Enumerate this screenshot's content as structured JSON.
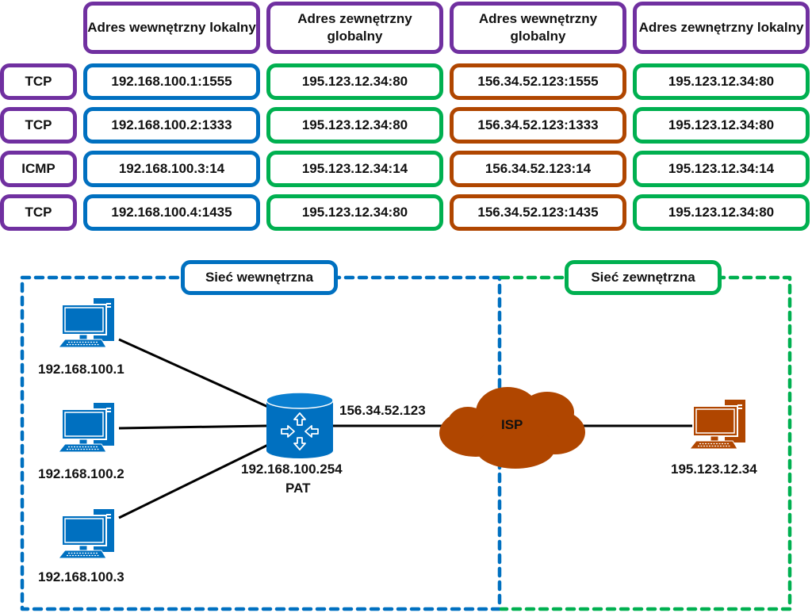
{
  "table": {
    "headers": [
      "Adres wewnętrzny lokalny",
      "Adres zewnętrzny globalny",
      "Adres wewnętrzny globalny",
      "Adres zewnętrzny lokalny"
    ],
    "rows": [
      {
        "protocol": "TCP",
        "cells": [
          "192.168.100.1:1555",
          "195.123.12.34:80",
          "156.34.52.123:1555",
          "195.123.12.34:80"
        ]
      },
      {
        "protocol": "TCP",
        "cells": [
          "192.168.100.2:1333",
          "195.123.12.34:80",
          "156.34.52.123:1333",
          "195.123.12.34:80"
        ]
      },
      {
        "protocol": "ICMP",
        "cells": [
          "192.168.100.3:14",
          "195.123.12.34:14",
          "156.34.52.123:14",
          "195.123.12.34:14"
        ]
      },
      {
        "protocol": "TCP",
        "cells": [
          "192.168.100.4:1435",
          "195.123.12.34:80",
          "156.34.52.123:1435",
          "195.123.12.34:80"
        ]
      }
    ]
  },
  "network": {
    "internal_label": "Sieć wewnętrzna",
    "external_label": "Sieć zewnętrzna",
    "hosts": [
      {
        "ip": "192.168.100.1",
        "icon": "computer-icon"
      },
      {
        "ip": "192.168.100.2",
        "icon": "computer-icon"
      },
      {
        "ip": "192.168.100.3",
        "icon": "computer-icon"
      }
    ],
    "router": {
      "inside_ip": "192.168.100.254",
      "outside_ip": "156.34.52.123",
      "function": "PAT",
      "icon": "router-icon"
    },
    "cloud": {
      "label": "ISP",
      "icon": "cloud-icon"
    },
    "server": {
      "ip": "195.123.12.34",
      "icon": "computer-icon"
    }
  },
  "colors": {
    "header_border": "#7030a0",
    "inside_local": "#0070c0",
    "outside_global": "#00b050",
    "inside_global": "#b04600",
    "internal_network": "#0070c0",
    "external_network": "#00b050",
    "isp": "#b04600"
  }
}
